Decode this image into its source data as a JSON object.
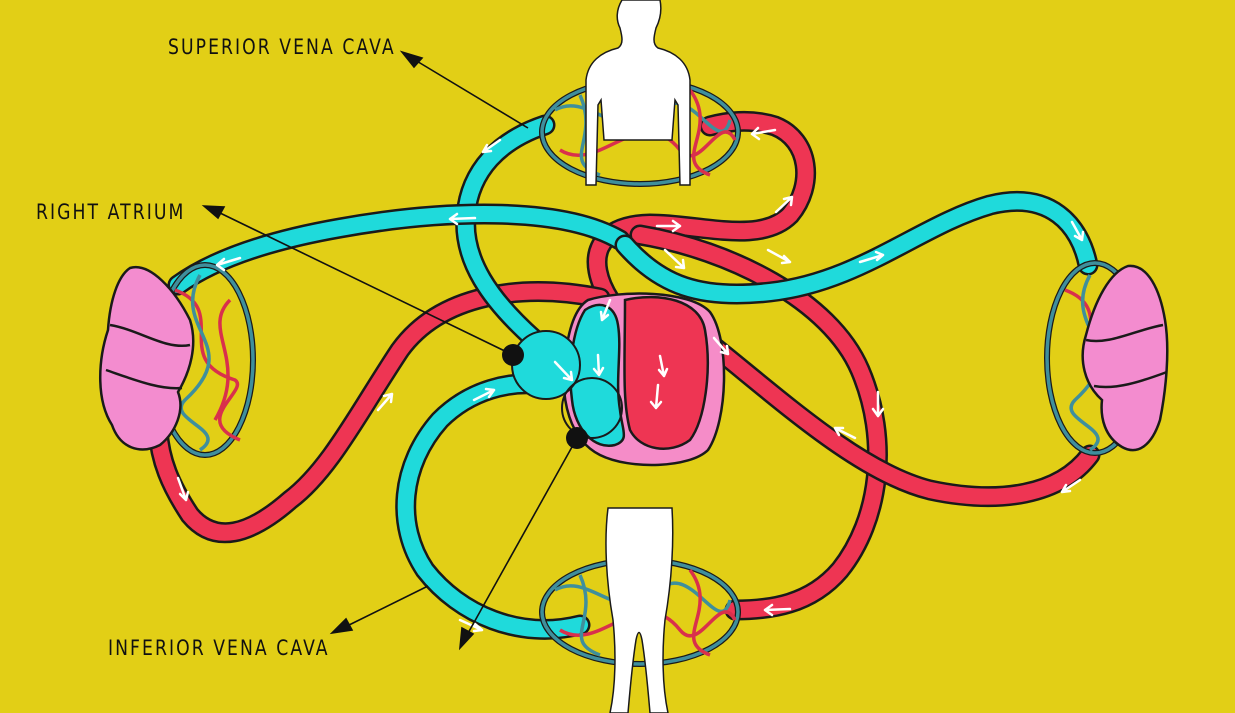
{
  "labels": {
    "superior_vena_cava": "SUPERIOR VENA CAVA",
    "right_atrium": "RIGHT ATRIUM",
    "inferior_vena_cava": "INFERIOR VENA CAVA"
  },
  "colors": {
    "background": "#e2cf16",
    "deoxygenated_blood": "#1fdadb",
    "oxygenated_blood": "#ee3553",
    "lung": "#f38ccf",
    "heart_outer": "#f58cc8",
    "capillary_blue": "#3f8f9c",
    "capillary_red": "#d9304c",
    "body": "#ffffff",
    "outline": "#1a1a1a"
  }
}
